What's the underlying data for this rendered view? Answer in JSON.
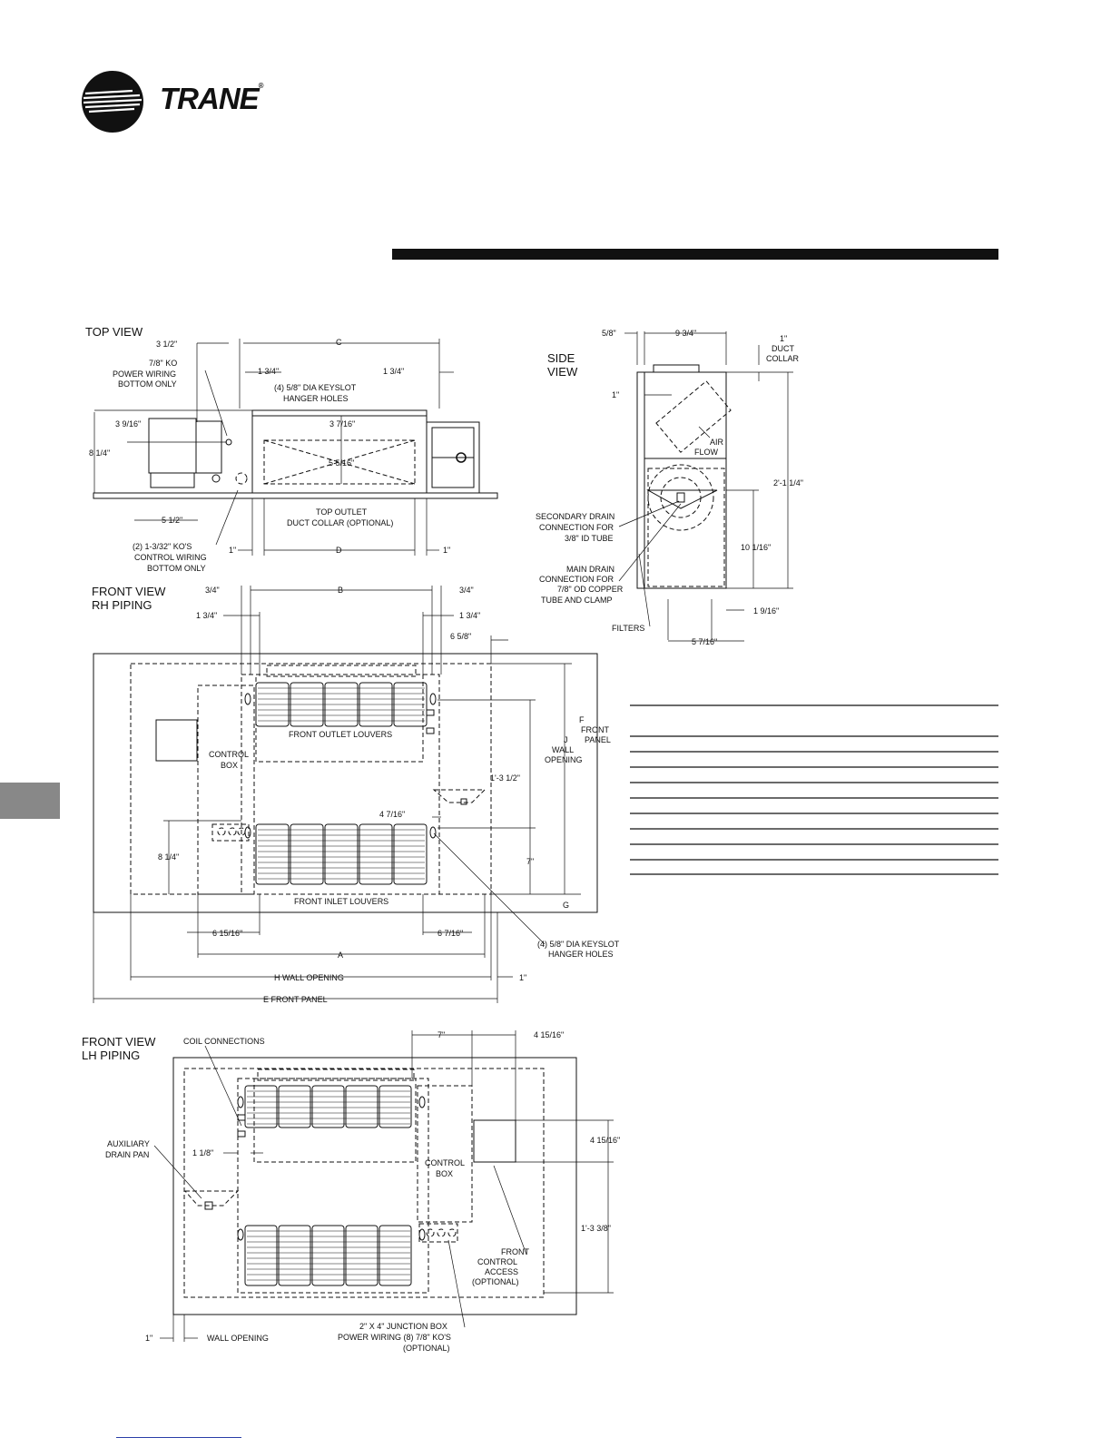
{
  "brand": {
    "name": "TRANE",
    "mark": "®"
  },
  "top_view": {
    "title": "TOP VIEW",
    "labels": [
      "3 1/2\"",
      "C",
      "7/8\" KO",
      "POWER WIRING",
      "BOTTOM ONLY",
      "1 3/4\"",
      "1 3/4\"",
      "(4) 5/8\" DIA KEYSLOT",
      "HANGER HOLES",
      "3 9/16\"",
      "3 7/16\"",
      "8 1/4\"",
      "5 5/16\"",
      "5 1/2\"",
      "TOP OUTLET",
      "DUCT COLLAR (OPTIONAL)",
      "1\"",
      "D",
      "1\"",
      "(2) 1-3/32\" KO'S",
      "CONTROL WIRING",
      "BOTTOM ONLY"
    ]
  },
  "side_view": {
    "title_1": "SIDE",
    "title_2": "VIEW",
    "labels": [
      "5/8\"",
      "9 3/4\"",
      "1\"",
      "DUCT",
      "COLLAR",
      "1\"",
      "AIR",
      "FLOW",
      "2'-1 1/4\"",
      "SECONDARY DRAIN",
      "CONNECTION FOR",
      "3/8\" ID TUBE",
      "10 1/16\"",
      "MAIN DRAIN",
      "CONNECTION FOR",
      "7/8\" OD COPPER",
      "TUBE AND CLAMP",
      "1 9/16\"",
      "FILTERS",
      "5 7/16\""
    ]
  },
  "front_rh": {
    "title_1": "FRONT VIEW",
    "title_2": "RH PIPING",
    "labels": [
      "3/4\"",
      "B",
      "3/4\"",
      "1 3/4\"",
      "1 3/4\"",
      "6 5/8\"",
      "CONTROL",
      "BOX",
      "FRONT OUTLET LOUVERS",
      "F",
      "FRONT",
      "PANEL",
      "J",
      "WALL",
      "OPENING",
      "1'-3 1/2\"",
      "4 7/16\"",
      "8 1/4\"",
      "7\"",
      "FRONT INLET LOUVERS",
      "G",
      "6 15/16\"",
      "6 7/16\"",
      "A",
      "(4) 5/8\" DIA KEYSLOT",
      "HANGER HOLES",
      "H WALL OPENING",
      "1\"",
      "E FRONT PANEL"
    ]
  },
  "front_lh": {
    "title_1": "FRONT VIEW",
    "title_2": "LH PIPING",
    "labels": [
      "COIL CONNECTIONS",
      "7\"",
      "4 15/16\"",
      "AUXILIARY",
      "DRAIN PAN",
      "1 1/8\"",
      "4 15/16\"",
      "CONTROL",
      "BOX",
      "1'-3 3/8\"",
      "FRONT",
      "CONTROL",
      "ACCESS",
      "(OPTIONAL)",
      "2\" X 4\" JUNCTION BOX",
      "POWER WIRING (8) 7/8\" KO'S",
      "(OPTIONAL)",
      "1\"",
      "WALL OPENING"
    ]
  },
  "colors": {
    "ink": "#111111",
    "tab": "#888888",
    "footer_link": "#2b3fa8"
  }
}
